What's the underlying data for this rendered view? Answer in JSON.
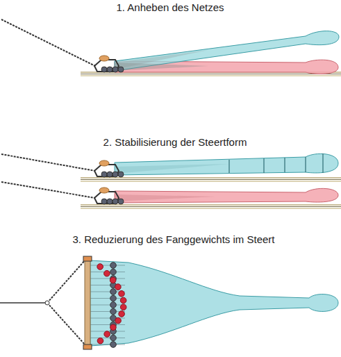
{
  "diagram": {
    "labels": [
      "1. Anheben des Netzes",
      "2. Stabilisierung der Steertform",
      "3. Reduzierung des Fanggewichts im Steert"
    ]
  }
}
